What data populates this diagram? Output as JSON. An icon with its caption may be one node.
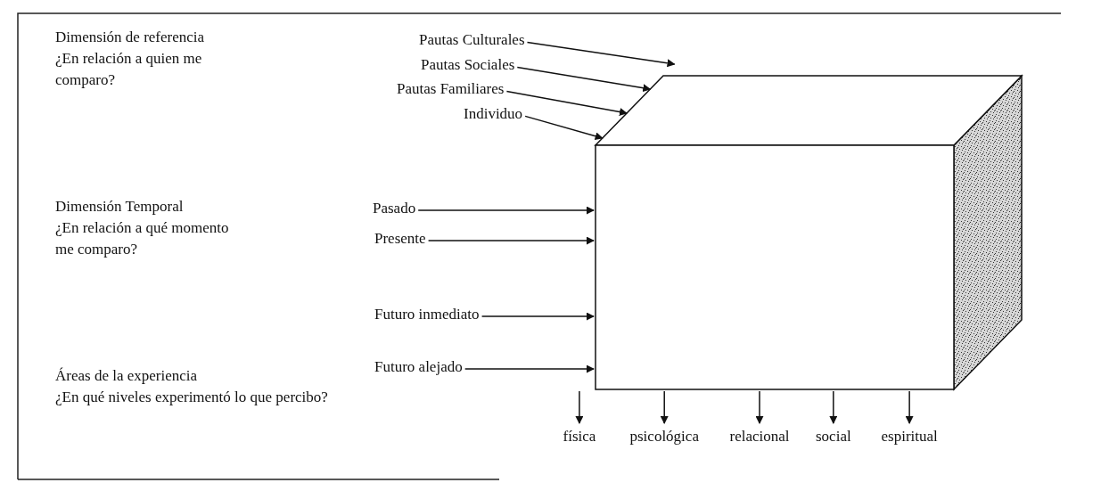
{
  "diagram": {
    "nodes": [
      {
        "text": [],
        "shape": "cube"
      },
      {
        "text": [
          "Pautas Culturales"
        ]
      },
      {
        "text": [
          "Pautas Sociales"
        ]
      },
      {
        "text": [
          "Pautas Familiares"
        ]
      },
      {
        "text": [
          "Individuo"
        ]
      },
      {
        "text": [
          "Pasado"
        ]
      },
      {
        "text": [
          "Presente"
        ]
      },
      {
        "text": [
          "Futuro inmediato"
        ]
      },
      {
        "text": [
          "Futuro alejado"
        ]
      },
      {
        "text": [
          "física"
        ]
      },
      {
        "text": [
          "psicológica"
        ]
      },
      {
        "text": [
          "relacional"
        ]
      },
      {
        "text": [
          "social"
        ]
      },
      {
        "text": [
          "espiritual"
        ]
      }
    ],
    "edges": [
      {
        "from": 1,
        "to": 0,
        "arrow": "to"
      },
      {
        "from": 2,
        "to": 0,
        "arrow": "to"
      },
      {
        "from": 3,
        "to": 0,
        "arrow": "to"
      },
      {
        "from": 4,
        "to": 0,
        "arrow": "to"
      },
      {
        "from": 5,
        "to": 0,
        "arrow": "to"
      },
      {
        "from": 6,
        "to": 0,
        "arrow": "to"
      },
      {
        "from": 7,
        "to": 0,
        "arrow": "to"
      },
      {
        "from": 8,
        "to": 0,
        "arrow": "to"
      },
      {
        "from": 0,
        "to": 9,
        "arrow": "to"
      },
      {
        "from": 0,
        "to": 10,
        "arrow": "to"
      },
      {
        "from": 0,
        "to": 11,
        "arrow": "to"
      },
      {
        "from": 0,
        "to": 12,
        "arrow": "to"
      },
      {
        "from": 0,
        "to": 13,
        "arrow": "to"
      }
    ],
    "labels": [
      "Dimensión de referencia",
      "¿En relación a quien me comparo?",
      "Dimensión Temporal",
      "¿En relación a qué momento me comparo?",
      "Áreas de la experiencia",
      "¿En qué niveles experimentó lo que percibo?"
    ]
  }
}
